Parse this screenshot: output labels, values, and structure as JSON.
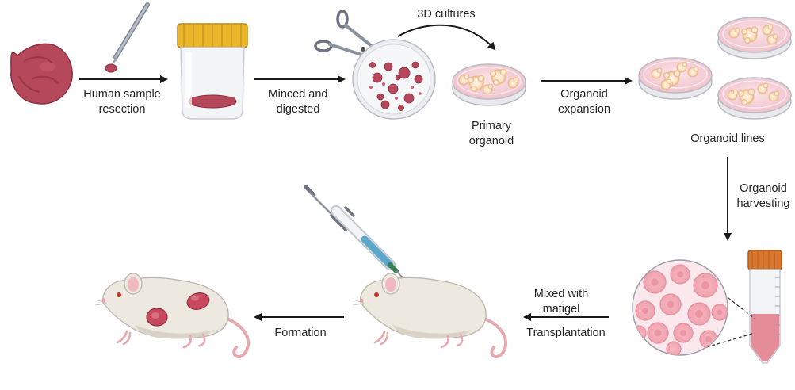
{
  "labels": {
    "resection": "Human sample\nresection",
    "minced": "Minced and\ndigested",
    "cultures_3d": "3D cultures",
    "primary": "Primary\norganoid",
    "expansion": "Organoid\nexpansion",
    "lines": "Organoid lines",
    "harvesting": "Organoid\nharvesting",
    "mixed": "Mixed with\nmatigel",
    "transplantation": "Transplantation",
    "formation": "Formation"
  },
  "colors": {
    "tissue": "#b5485a",
    "tissue_dark": "#8e2f40",
    "jar_lid": "#e9b52b",
    "dish_medium": "#f5cdd5",
    "organoid": "#fbe3c4",
    "tube_cap": "#d9772e",
    "mouse_body": "#ece7df",
    "mouse_ear": "#f0b9bf",
    "tumor": "#c8485c",
    "arrow": "#1a1a1a"
  },
  "icons": [
    "tissue-sample-icon",
    "scalpel-icon",
    "specimen-jar-icon",
    "scissors-icon",
    "petri-dish-icon",
    "organoid-culture-icon",
    "conical-tube-icon",
    "syringe-icon",
    "mouse-icon",
    "magnified-cells-icon"
  ]
}
